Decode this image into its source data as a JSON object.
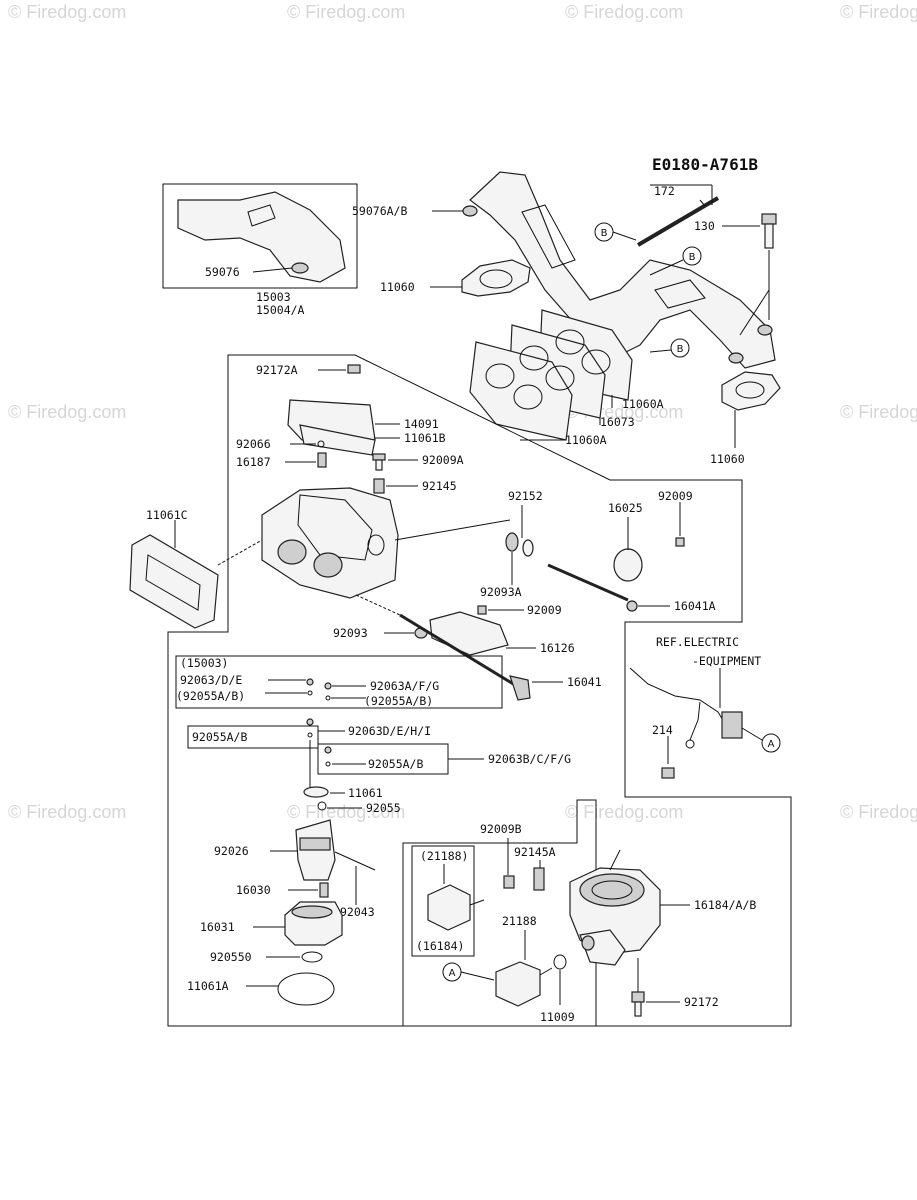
{
  "diagram_id": "E0180-A761B",
  "watermark": "Firedog.com",
  "watermark_symbol": "©",
  "labels": {
    "l59076AB": "59076A/B",
    "l172": "172",
    "l130": "130",
    "l11060a": "11060",
    "l59076": "59076",
    "l15003": "15003",
    "l15004A": "15004/A",
    "l92172A": "92172A",
    "l14091": "14091",
    "l11061B": "11061B",
    "l92066": "92066",
    "l16187": "16187",
    "l92009A": "92009A",
    "l92145": "92145",
    "l11060A_1": "11060A",
    "l16073": "16073",
    "l11060A_2": "11060A",
    "l11060b": "11060",
    "l11061C": "11061C",
    "l92152": "92152",
    "l92009": "92009",
    "l16025": "16025",
    "l92093A": "92093A",
    "l92009b": "92009",
    "l16041A": "16041A",
    "l92093": "92093",
    "l16126": "16126",
    "l16041": "16041",
    "l15003p": "(15003)",
    "l92063DE": "92063/D/E",
    "l92063AFG": "92063A/F/G",
    "l92055AB_p": "(92055A/B)",
    "l92055AB_p2": "(92055A/B)",
    "l92055AB": "92055A/B",
    "l92063DEHI": "92063D/E/H/I",
    "l92055AB_2": "92055A/B",
    "l92063BCFG": "92063B/C/F/G",
    "l11061": "11061",
    "l92055": "92055",
    "l92026": "92026",
    "l16030": "16030",
    "l92043": "92043",
    "l16031": "16031",
    "l920550": "920550",
    "l11061A": "11061A",
    "l92009B": "92009B",
    "l92145A": "92145A",
    "l21188p": "(21188)",
    "l21188": "21188",
    "l16184p": "(16184)",
    "l16184AB": "16184/A/B",
    "l92172": "92172",
    "l11009": "11009",
    "l214": "214",
    "ref_line1": "REF.ELECTRIC",
    "ref_line2": "-EQUIPMENT"
  },
  "callouts": {
    "B1": "B",
    "B2": "B",
    "B3": "B",
    "A1": "A",
    "A2": "A"
  }
}
